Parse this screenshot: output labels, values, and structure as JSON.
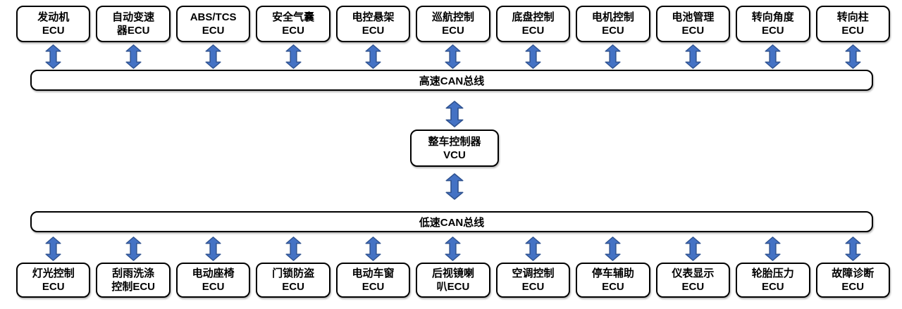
{
  "diagram": {
    "high_speed_bus": {
      "label": "高速CAN总线"
    },
    "low_speed_bus": {
      "label": "低速CAN总线"
    },
    "vcu": {
      "line1": "整车控制器",
      "line2": "VCU"
    },
    "top_ecus": [
      {
        "line1": "发动机",
        "line2": "ECU"
      },
      {
        "line1": "自动变速",
        "line2": "器ECU"
      },
      {
        "line1": "ABS/TCS",
        "line2": "ECU"
      },
      {
        "line1": "安全气囊",
        "line2": "ECU"
      },
      {
        "line1": "电控悬架",
        "line2": "ECU"
      },
      {
        "line1": "巡航控制",
        "line2": "ECU"
      },
      {
        "line1": "底盘控制",
        "line2": "ECU"
      },
      {
        "line1": "电机控制",
        "line2": "ECU"
      },
      {
        "line1": "电池管理",
        "line2": "ECU"
      },
      {
        "line1": "转向角度",
        "line2": "ECU"
      },
      {
        "line1": "转向柱",
        "line2": "ECU"
      }
    ],
    "bottom_ecus": [
      {
        "line1": "灯光控制",
        "line2": "ECU"
      },
      {
        "line1": "刮雨洗涤",
        "line2": "控制ECU"
      },
      {
        "line1": "电动座椅",
        "line2": "ECU"
      },
      {
        "line1": "门锁防盗",
        "line2": "ECU"
      },
      {
        "line1": "电动车窗",
        "line2": "ECU"
      },
      {
        "line1": "后视镜喇",
        "line2": "叭ECU"
      },
      {
        "line1": "空调控制",
        "line2": "ECU"
      },
      {
        "line1": "停车辅助",
        "line2": "ECU"
      },
      {
        "line1": "仪表显示",
        "line2": "ECU"
      },
      {
        "line1": "轮胎压力",
        "line2": "ECU"
      },
      {
        "line1": "故障诊断",
        "line2": "ECU"
      }
    ]
  },
  "colors": {
    "arrow_fill": "#4472C4",
    "arrow_stroke": "#2F528F",
    "box_border": "#000000",
    "background": "#FFFFFF"
  }
}
